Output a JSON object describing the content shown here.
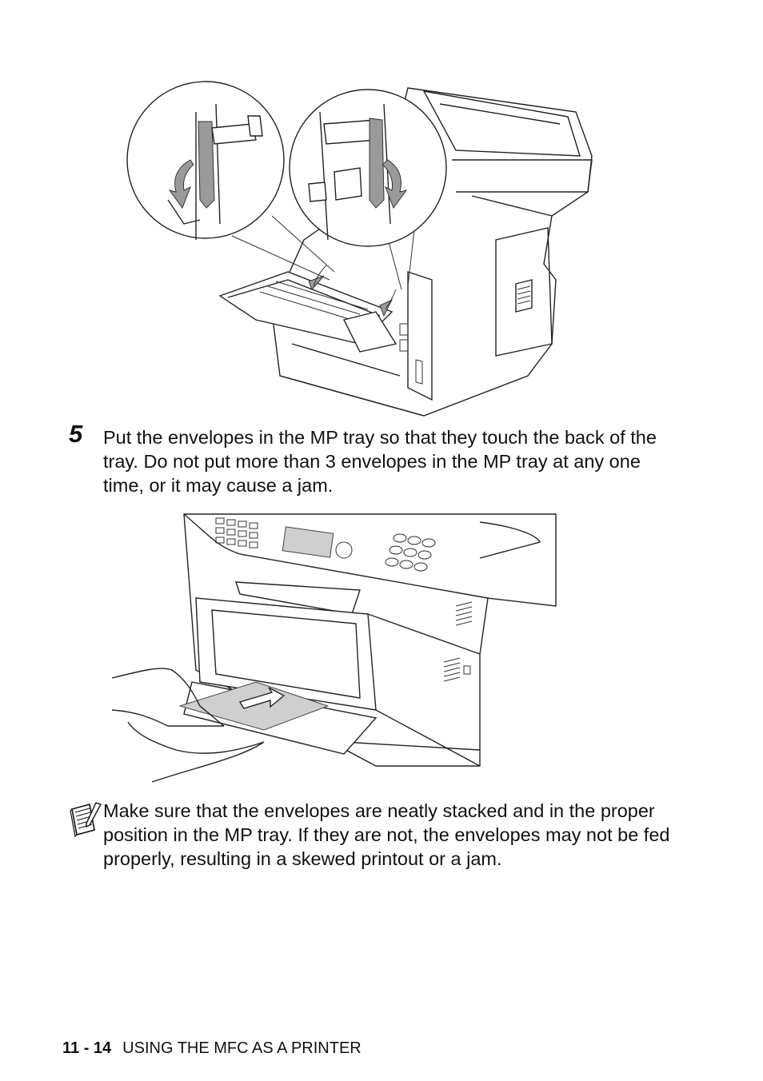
{
  "step": {
    "number": "5",
    "text": "Put the envelopes in the MP tray so that they touch the back of the tray. Do not put more than 3 envelopes in the MP tray at any one time, or it may cause a jam."
  },
  "note": {
    "icon": "note-icon",
    "text": "Make sure that the envelopes are neatly stacked and in the proper position in the MP tray. If they are not, the envelopes may not be fed properly, resulting in a skewed printout or a jam."
  },
  "footer": {
    "page_number": "11 - 14",
    "chapter_title": "USING THE MFC AS A PRINTER"
  }
}
